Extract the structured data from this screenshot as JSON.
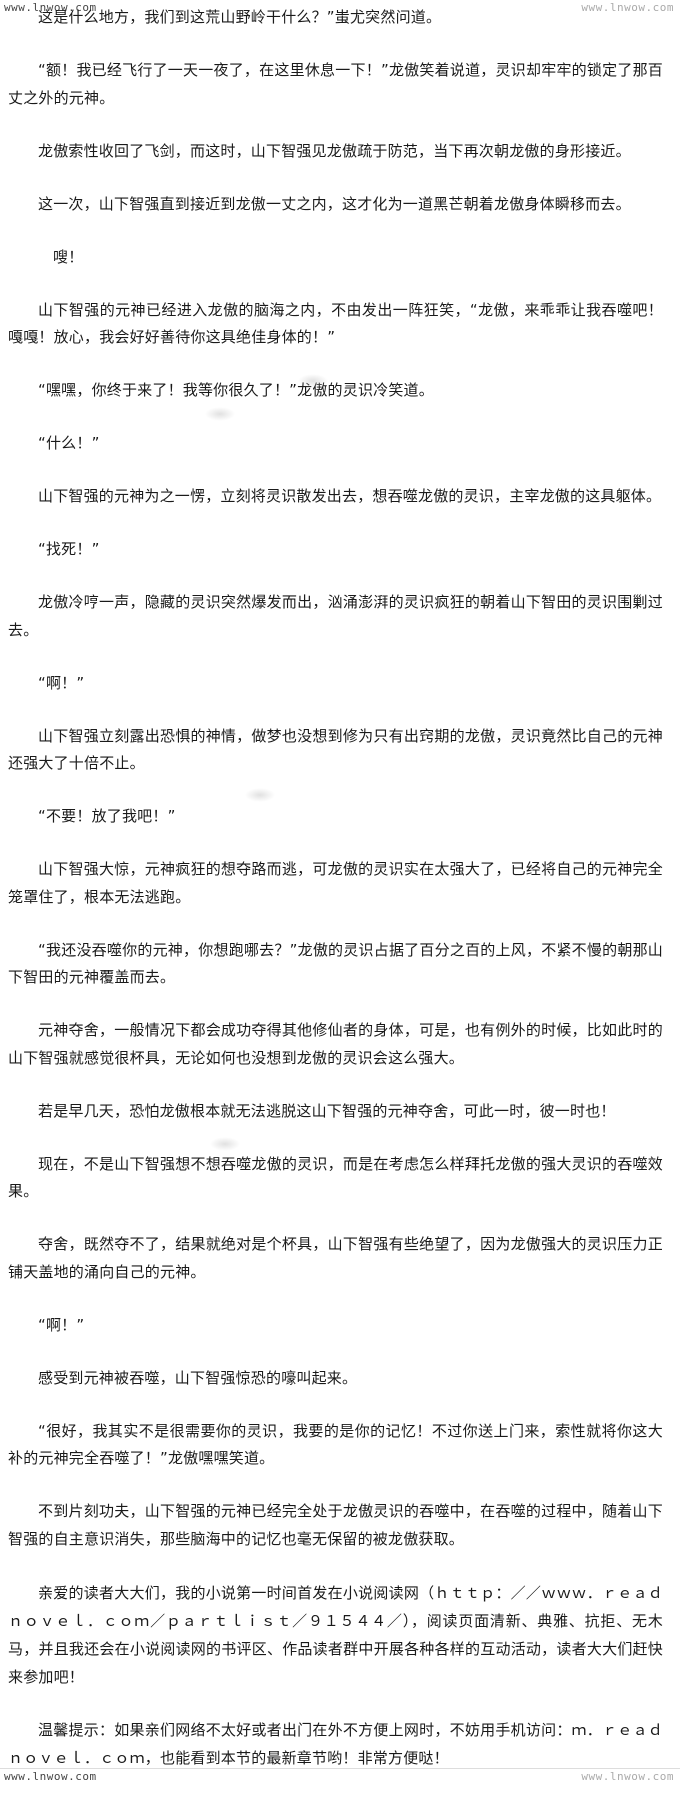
{
  "watermark": {
    "site": "www.lnwow.com"
  },
  "paragraphs": [
    "这是什么地方，我们到这荒山野岭干什么？”蚩尤突然问道。",
    "“额！我已经飞行了一天一夜了，在这里休息一下！”龙傲笑着说道，灵识却牢牢的锁定了那百丈之外的元神。",
    "龙傲索性收回了飞剑，而这时，山下智强见龙傲疏于防范，当下再次朝龙傲的身形接近。",
    "这一次，山下智强直到接近到龙傲一丈之内，这才化为一道黑芒朝着龙傲身体瞬移而去。",
    "嗖！",
    "山下智强的元神已经进入龙傲的脑海之内，不由发出一阵狂笑，“龙傲，来乖乖让我吞噬吧！嘎嘎！放心，我会好好善待你这具绝佳身体的！”",
    "“嘿嘿，你终于来了！我等你很久了！”龙傲的灵识冷笑道。",
    "“什么！”",
    "山下智强的元神为之一愣，立刻将灵识散发出去，想吞噬龙傲的灵识，主宰龙傲的这具躯体。",
    "“找死！”",
    "龙傲冷哼一声，隐藏的灵识突然爆发而出，汹涌澎湃的灵识疯狂的朝着山下智田的灵识围剿过去。",
    "“啊！”",
    "山下智强立刻露出恐惧的神情，做梦也没想到修为只有出窍期的龙傲，灵识竟然比自己的元神还强大了十倍不止。",
    "“不要！放了我吧！”",
    "山下智强大惊，元神疯狂的想夺路而逃，可龙傲的灵识实在太强大了，已经将自己的元神完全笼罩住了，根本无法逃跑。",
    "“我还没吞噬你的元神，你想跑哪去？”龙傲的灵识占据了百分之百的上风，不紧不慢的朝那山下智田的元神覆盖而去。",
    "元神夺舍，一般情况下都会成功夺得其他修仙者的身体，可是，也有例外的时候，比如此时的山下智强就感觉很杯具，无论如何也没想到龙傲的灵识会这么强大。",
    "若是早几天，恐怕龙傲根本就无法逃脱这山下智强的元神夺舍，可此一时，彼一时也！",
    "现在，不是山下智强想不想吞噬龙傲的灵识，而是在考虑怎么样拜托龙傲的强大灵识的吞噬效果。",
    "夺舍，既然夺不了，结果就绝对是个杯具，山下智强有些绝望了，因为龙傲强大的灵识压力正铺天盖地的涌向自己的元神。",
    "“啊！”",
    "感受到元神被吞噬，山下智强惊恐的嚎叫起来。",
    "“很好，我其实不是很需要你的灵识，我要的是你的记忆！不过你送上门来，索性就将你这大补的元神完全吞噬了！”龙傲嘿嘿笑道。",
    "不到片刻功夫，山下智强的元神已经完全处于龙傲灵识的吞噬中，在吞噬的过程中，随着山下智强的自主意识消失，那些脑海中的记忆也毫无保留的被龙傲获取。"
  ],
  "ad": {
    "p1": "亲爱的读者大大们，我的小说第一时间首发在小说阅读网（ｈｔｔｐ：／／ｗｗｗ．ｒｅａｄｎｏｖｅｌ．ｃｏｍ／ｐａｒｔｌｉｓｔ／９１５４４／），阅读页面清新、典雅、抗拒、无木马，并且我还会在小说阅读网的书评区、作品读者群中开展各种各样的互动活动，读者大大们赶快来参加吧！",
    "p2": "温馨提示：如果亲们网络不太好或者出门在外不方便上网时，不妨用手机访问：ｍ．ｒｅａｄｎｏｖｅｌ．ｃｏｍ，也能看到本节的最新章节哟！非常方便哒！"
  }
}
